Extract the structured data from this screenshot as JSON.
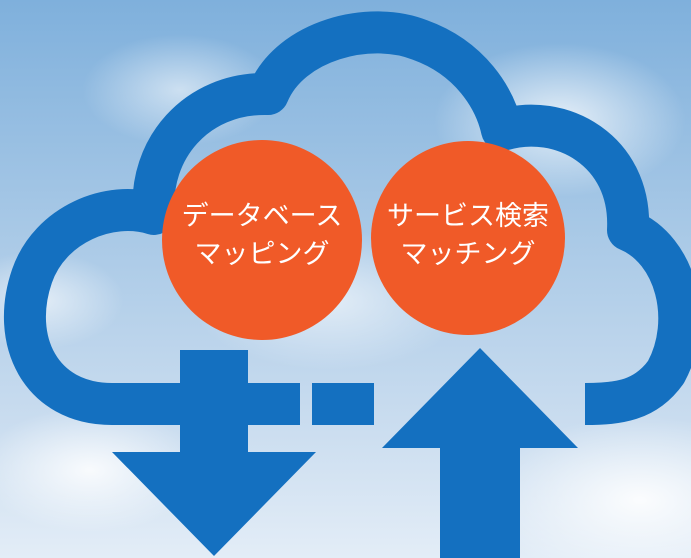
{
  "circles": [
    {
      "line1": "データベース",
      "line2": "マッピング"
    },
    {
      "line1": "サービス検索",
      "line2": "マッチング"
    }
  ],
  "colors": {
    "cloud": "#1470c0",
    "circle": "#f05a28",
    "text": "#ffffff",
    "sky": "#a7c8e6"
  },
  "icons": [
    "cloud-icon",
    "download-arrow-icon",
    "upload-arrow-icon"
  ]
}
